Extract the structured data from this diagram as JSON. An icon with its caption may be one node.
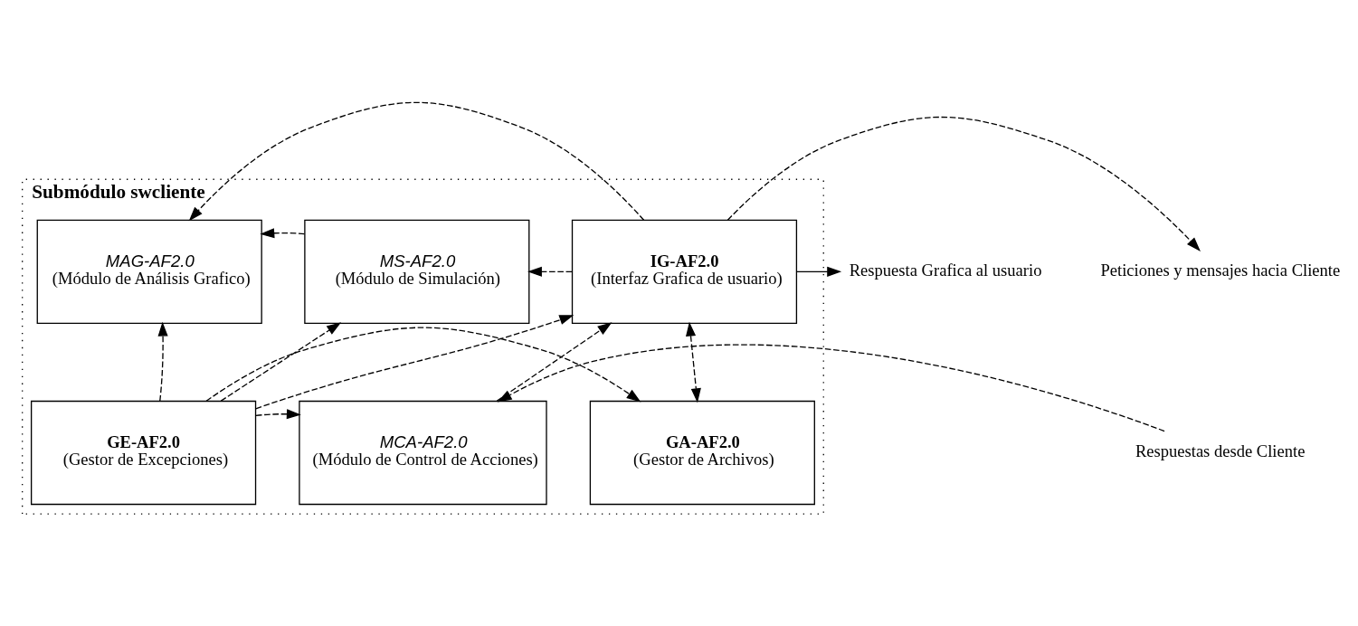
{
  "diagram": {
    "nodes": [
      {
        "text": [
          "Submódulo swcliente"
        ]
      },
      {
        "text": [
          "IG-AF2.0",
          "(Interfaz Grafica de usuario)"
        ],
        "in": 0
      },
      {
        "text": [
          "MAG-AF2.0",
          "(Módulo de Análisis Grafico)"
        ],
        "in": 0
      },
      {
        "text": [
          "MS-AF2.0",
          "(Módulo de Simulación)"
        ],
        "in": 0
      },
      {
        "text": [
          "GA-AF2.0",
          "(Gestor de Archivos)"
        ],
        "in": 0
      },
      {
        "text": [
          "GE-AF2.0",
          "(Gestor de Excepciones)"
        ],
        "in": 0
      },
      {
        "text": [
          "MCA-AF2.0",
          "(Módulo de Control de Acciones)"
        ],
        "in": 0
      },
      {
        "text": [
          "Respuesta Grafica al usuario"
        ]
      },
      {
        "text": [
          "Peticiones y mensajes hacia Cliente"
        ]
      },
      {
        "text": [
          "Respuestas desde Cliente"
        ]
      }
    ],
    "edges": [
      {
        "from": 1,
        "to": 7,
        "arrow": "to"
      },
      {
        "from": 1,
        "to": 2,
        "arrow": "to",
        "style": "dashed"
      },
      {
        "from": 1,
        "to": 3,
        "arrow": "to",
        "style": "dashed"
      },
      {
        "from": 3,
        "to": 2,
        "arrow": "to",
        "style": "dashed"
      },
      {
        "from": 1,
        "to": 8,
        "arrow": "to",
        "style": "dashed"
      },
      {
        "from": 1,
        "to": 4,
        "arrow": "both",
        "style": "dashed"
      },
      {
        "from": 5,
        "to": 1,
        "arrow": "to",
        "style": "dashed"
      },
      {
        "from": 6,
        "to": 1,
        "arrow": "to",
        "style": "dashed"
      },
      {
        "from": 5,
        "to": 3,
        "arrow": "to",
        "style": "dashed"
      },
      {
        "from": 5,
        "to": 2,
        "arrow": "to",
        "style": "dashed"
      },
      {
        "from": 5,
        "to": 4,
        "arrow": "to",
        "style": "dashed"
      },
      {
        "from": 5,
        "to": 6,
        "arrow": "to",
        "style": "dashed"
      },
      {
        "from": 9,
        "to": 6,
        "arrow": "to",
        "style": "dashed"
      }
    ]
  }
}
